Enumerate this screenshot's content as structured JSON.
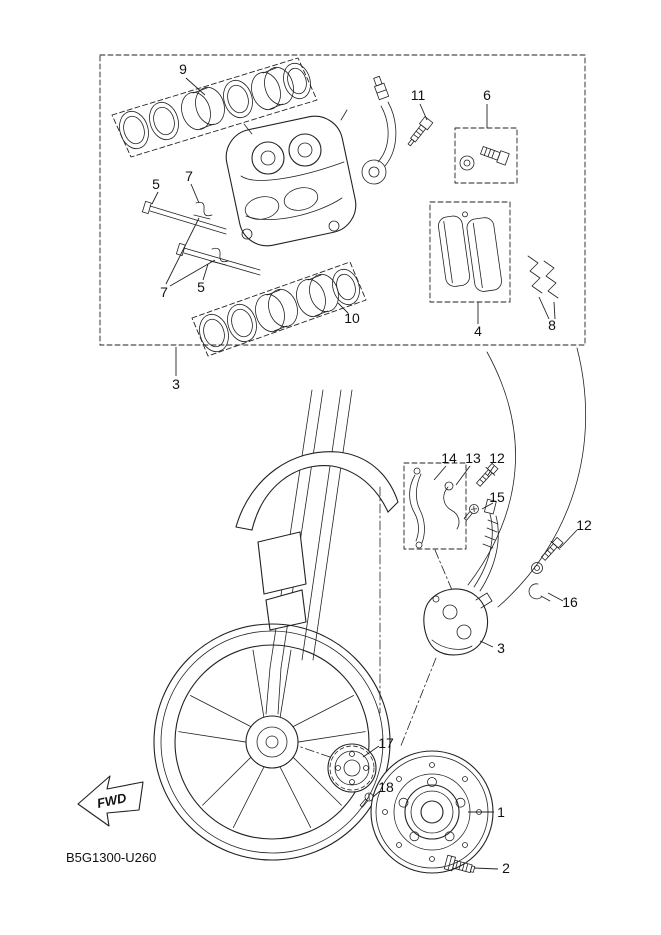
{
  "diagram": {
    "code": "B5G1300-U260",
    "fwd": "FWD",
    "callouts": {
      "n1": "1",
      "n2": "2",
      "n3": "3",
      "n4": "4",
      "n5": "5",
      "n6": "6",
      "n7": "7",
      "n8": "8",
      "n9": "9",
      "n10": "10",
      "n11": "11",
      "n12": "12",
      "n13": "13",
      "n14": "14",
      "n15": "15",
      "n16": "16",
      "n17": "17",
      "n18": "18"
    }
  }
}
